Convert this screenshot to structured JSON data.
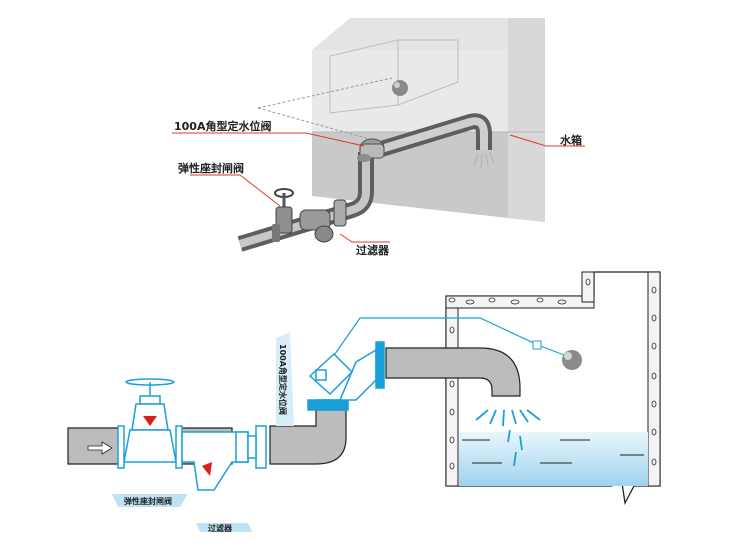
{
  "top_diagram": {
    "label_angle_valve": "100A角型定水位阀",
    "label_gate_valve": "弹性座封闸阀",
    "label_filter": "过滤器",
    "label_tank": "水箱"
  },
  "bottom_diagram": {
    "label_angle_valve": "100A角型定水位阀",
    "label_gate_valve": "弹性座封闸阀",
    "label_filter": "过滤器"
  },
  "colors": {
    "pipe_gray": "#bcbcbc",
    "valve_blue": "#1aa0d8",
    "water_blue": "#bfe3f4",
    "leader_red": "#e03a2a",
    "arrow_red": "#d8201a"
  }
}
